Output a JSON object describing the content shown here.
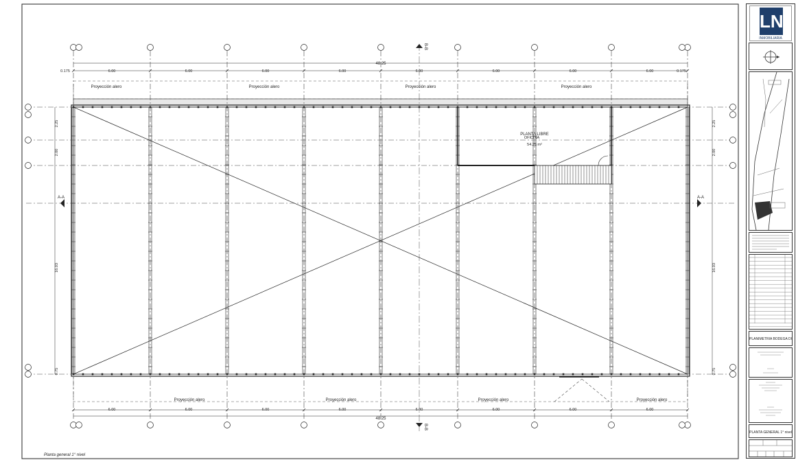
{
  "plan": {
    "caption": "Planta general 1° nivel",
    "total_dim_top": "48.25",
    "total_dim_bottom": "48.25",
    "top_dims": [
      "0.175",
      "6.00",
      "6.00",
      "6.00",
      "6.00",
      "6.00",
      "6.00",
      "6.00",
      "6.00",
      "0.175"
    ],
    "bottom_dims": [
      "6.00",
      "6.00",
      "6.00",
      "6.00",
      "6.00",
      "6.00",
      "6.00",
      "6.00"
    ],
    "top_projection_labels": [
      "Proyección alero",
      "Proyección alero",
      "Proyección alero",
      "Proyección alero"
    ],
    "bottom_projection_labels": [
      "Proyección alero",
      "Proyección alero",
      "Proyección alero",
      "Proyección alero"
    ],
    "left_dims": [
      "2.25",
      "2.00",
      "16.03",
      "0.75"
    ],
    "right_dims": [
      "2.25",
      "2.00",
      "16.03",
      "0.75"
    ],
    "section_aa": "A-A",
    "section_bb": "B-B",
    "office_title": "PLANTA LIBRE",
    "office_subtitle": "OFICINA",
    "office_area": "54.28 m²"
  },
  "title_block": {
    "logo": "LN",
    "company": "INMOBILIARIA",
    "sheet_title": "PLANIMETRÍA BODEGA DIESEL",
    "drawing_name": "PLANTA GENERAL 1° nivel"
  }
}
